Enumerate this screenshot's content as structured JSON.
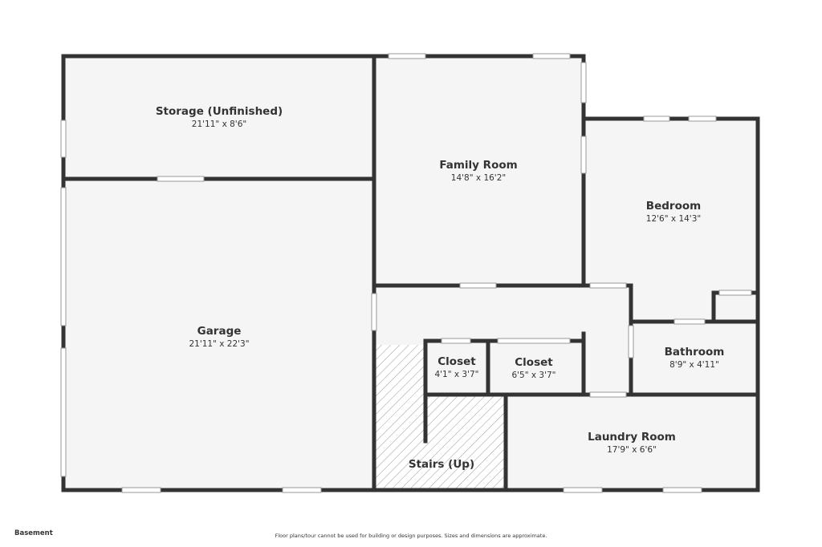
{
  "rooms": {
    "storage": {
      "name": "Storage (Unfinished)",
      "dims": "21'11\" x 8'6\""
    },
    "family": {
      "name": "Family Room",
      "dims": "14'8\" x 16'2\""
    },
    "bedroom": {
      "name": "Bedroom",
      "dims": "12'6\" x 14'3\""
    },
    "garage": {
      "name": "Garage",
      "dims": "21'11\" x 22'3\""
    },
    "closet1": {
      "name": "Closet",
      "dims": "4'1\" x 3'7\""
    },
    "closet2": {
      "name": "Closet",
      "dims": "6'5\" x 3'7\""
    },
    "bathroom": {
      "name": "Bathroom",
      "dims": "8'9\" x 4'11\""
    },
    "laundry": {
      "name": "Laundry Room",
      "dims": "17'9\" x 6'6\""
    },
    "stairs": {
      "name": "Stairs (Up)"
    }
  },
  "footer": {
    "floor": "Basement",
    "disclaimer": "Floor plans/tour cannot be used for building or design purposes. Sizes and dimensions are approximate."
  },
  "colors": {
    "wall": "#333333",
    "floor": "#f5f5f5",
    "window": "#ffffff"
  }
}
